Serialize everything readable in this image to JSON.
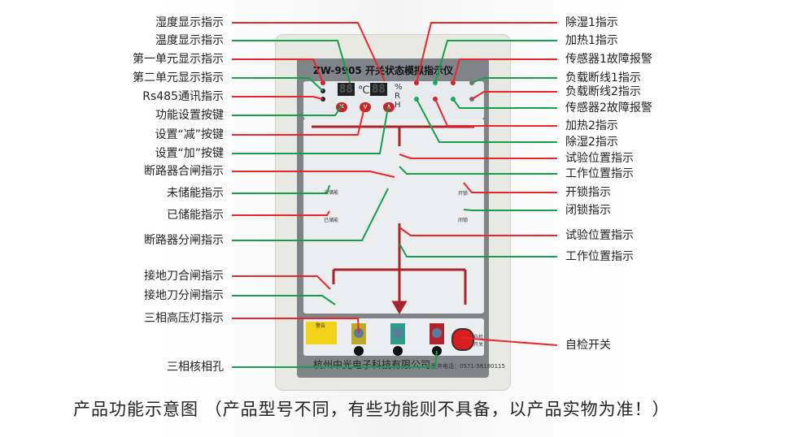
{
  "device": {
    "model_title": "ZW-9905 开关状态模拟指示仪",
    "company": "杭州中光电子科技有限公司",
    "phone": "服务电话：0571-56180115",
    "humidity_unit": "%RH",
    "temp_unit": "℃",
    "display_digits": "88",
    "warning_title": "警告",
    "self_test_label": "自检开关",
    "stored_label": "已储能",
    "unstored_label": "未储能",
    "unlock_label": "开锁",
    "lock_label": "闭锁"
  },
  "left_labels": [
    "湿度显示指示",
    "温度显示指示",
    "第一单元显示指示",
    "第二单元显示指示",
    "Rs485通讯指示",
    "功能设置按键",
    "设置“减”按键",
    "设置“加”按键",
    "断路器合闸指示",
    "未储能指示",
    "已储能指示",
    "断路器分闸指示",
    "接地刀合闸指示",
    "接地刀分闸指示",
    "三相高压灯指示",
    "三相核相孔"
  ],
  "right_labels": [
    "除湿1指示",
    "加热1指示",
    "传感器1故障报警",
    "负载断线1指示",
    "负载断线2指示",
    "传感器2故障报警",
    "加热2指示",
    "除湿2指示",
    "试验位置指示",
    "工作位置指示",
    "开锁指示",
    "闭锁指示",
    "试验位置指示",
    "工作位置指示",
    "自检开关"
  ],
  "caption": "产品功能示意图 （产品型号不同，有些功能则不具备，以产品实物为准！）",
  "colors": {
    "red": "#e8262b",
    "green": "#13a04b",
    "panel": "#808488",
    "bus": "#a8262b"
  }
}
